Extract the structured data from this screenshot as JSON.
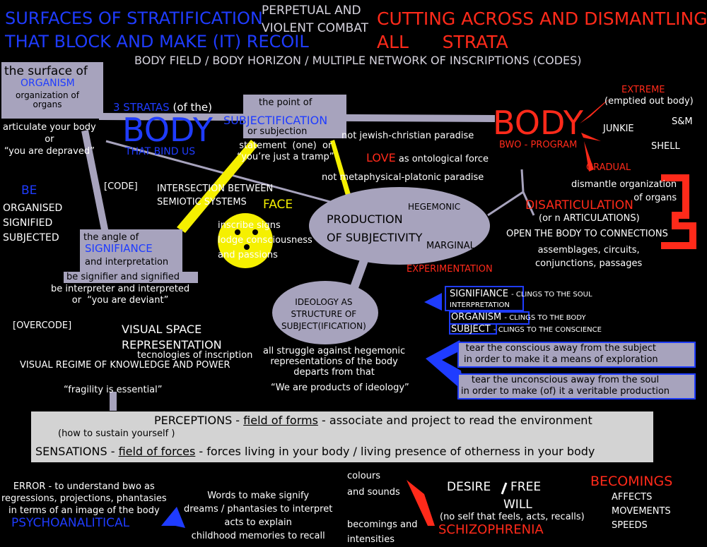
{
  "colors": {
    "blue": "#1f3cff",
    "red": "#ff2a1a",
    "grey": "#a7a3bd",
    "light": "#d3d3d3",
    "yellow": "#f5f000"
  },
  "top": {
    "left": "SURFACES OF STRATIFICATION\nTHAT BLOCK AND MAKE (IT) RECOIL",
    "middle": "PERPETUAL AND\nVIOLENT COMBAT",
    "right": "CUTTING ACROSS AND DISMANTLING\nALL      STRATA",
    "subtitle": "BODY FIELD / BODY HORIZON / MULTIPLE NETWORK OF INSCRIPTIONS (CODES)"
  },
  "organism": {
    "l1": "the surface of",
    "l2": "ORGANISM",
    "l3": "organization of\norgans",
    "l4": "articulate your body\nor\n“you are depraved”"
  },
  "stratas": {
    "l1": "3 STRATAS",
    "l1b": "(of the)",
    "l2": "BODY",
    "l3": "THAT BIND US"
  },
  "subjectification": {
    "l1": "the point of",
    "l2": "SUBJECTIFICATION",
    "l3": "or subjection",
    "l4": "statement  (one)  or\n“you’re just a tramp”"
  },
  "be": {
    "l1": "BE",
    "l2": "ORGANISED\nSIGNIFIED\nSUBJECTED"
  },
  "code": "[CODE]",
  "overcode": "[OVERCODE]",
  "intersection": "INTERSECTION BETWEEN\nSEMIOTIC SYSTEMS",
  "face": {
    "title": "FACE",
    "text": "inscribe signs\nlodge consciousness\nand passions"
  },
  "signifiance": {
    "l1": "the angle of",
    "l2": "SIGNIFIANCE",
    "l3": "and interpretation",
    "l4": "be signifier and signified",
    "l5": "be interpreter and interpreted\nor  “you are deviant”"
  },
  "paradise": {
    "jewish": "not jewish-christian paradise",
    "love": "LOVE",
    "love_rest": "as ontological force",
    "platonic": "not metaphysical-platonic paradise"
  },
  "body": {
    "title": "BODY",
    "bwo": "BWO - PROGRAM"
  },
  "extreme": {
    "title": "EXTREME",
    "sub": "(emptied out body)"
  },
  "extreme_items": [
    "JUNKIE",
    "S&M",
    "SHELL"
  ],
  "gradual": {
    "title": "GRADUAL",
    "text": "dismantle organization\nof organs"
  },
  "disarticulation": {
    "title": "DISARTICULATION",
    "sub": "(or n ARTICULATIONS)",
    "open": "OPEN THE BODY TO CONNECTIONS",
    "items": "assemblages, circuits,\nconjunctions, passages"
  },
  "production": {
    "l1": "PRODUCTION\nOF SUBJECTIVITY",
    "hegemonic": "HEGEMONIC",
    "marginal": "MARGINAL",
    "experimentation": "EXPERIMENTATION"
  },
  "ideology": {
    "title": "IDEOLOGY AS\nSTRUCTURE OF\nSUBJECT(IFICATION)",
    "struggle": "all struggle against hegemonic\nrepresentations of the body\ndeparts from that",
    "quote": "“We are products of ideology”"
  },
  "clings": [
    {
      "name": "SIGNIFIANCE",
      "text": "- CLINGS TO THE SOUL",
      "sub": "INTERPRETATION"
    },
    {
      "name": "ORGANISM",
      "text": "- CLINGS TO THE BODY"
    },
    {
      "name": "SUBJECT",
      "text": "- CLINGS TO THE CONSCIENCE"
    }
  ],
  "tear1": "tear the conscious away from the subject\nin order to make it a means of exploration",
  "tear2": "tear the unconscious away from the soul\nin order to make (of) it a veritable production",
  "visual": {
    "title": "VISUAL SPACE\nREPRESENTATION",
    "tech": "tecnologies of inscription",
    "regime": "VISUAL REGIME OF KNOWLEDGE AND POWER",
    "fragility": "“fragility is essential”"
  },
  "perceptions": {
    "a": "PERCEPTIONS -",
    "b": "field of forms",
    "c": "- associate and project to read the environment",
    "sub": "(how to sustain yourself )"
  },
  "sensations": {
    "a": "SENSATIONS -",
    "b": "field of forces",
    "c": "- forces living in your body / living presence of otherness in your body"
  },
  "bottom": {
    "error": "ERROR - to understand bwo as\nregressions, projections, phantasies\nin terms of an image of the body",
    "psycho": "PSYCHOANALITICAL",
    "words": "Words to make signify\ndreams / phantasies to interpret\nacts to explain\nchildhood memories to recall",
    "colours": "colours\nand sounds",
    "becomings_int": "becomings and\nintensities",
    "desire_a": "DESIRE",
    "desire_b": "FREE",
    "will": "WILL",
    "noself": "(no self that feels, acts, recalls)",
    "schizo": "SCHIZOPHRENIA",
    "becomings": "BECOMINGS",
    "becomings_items": "AFFECTS\nMOVEMENTS\nSPEEDS"
  }
}
